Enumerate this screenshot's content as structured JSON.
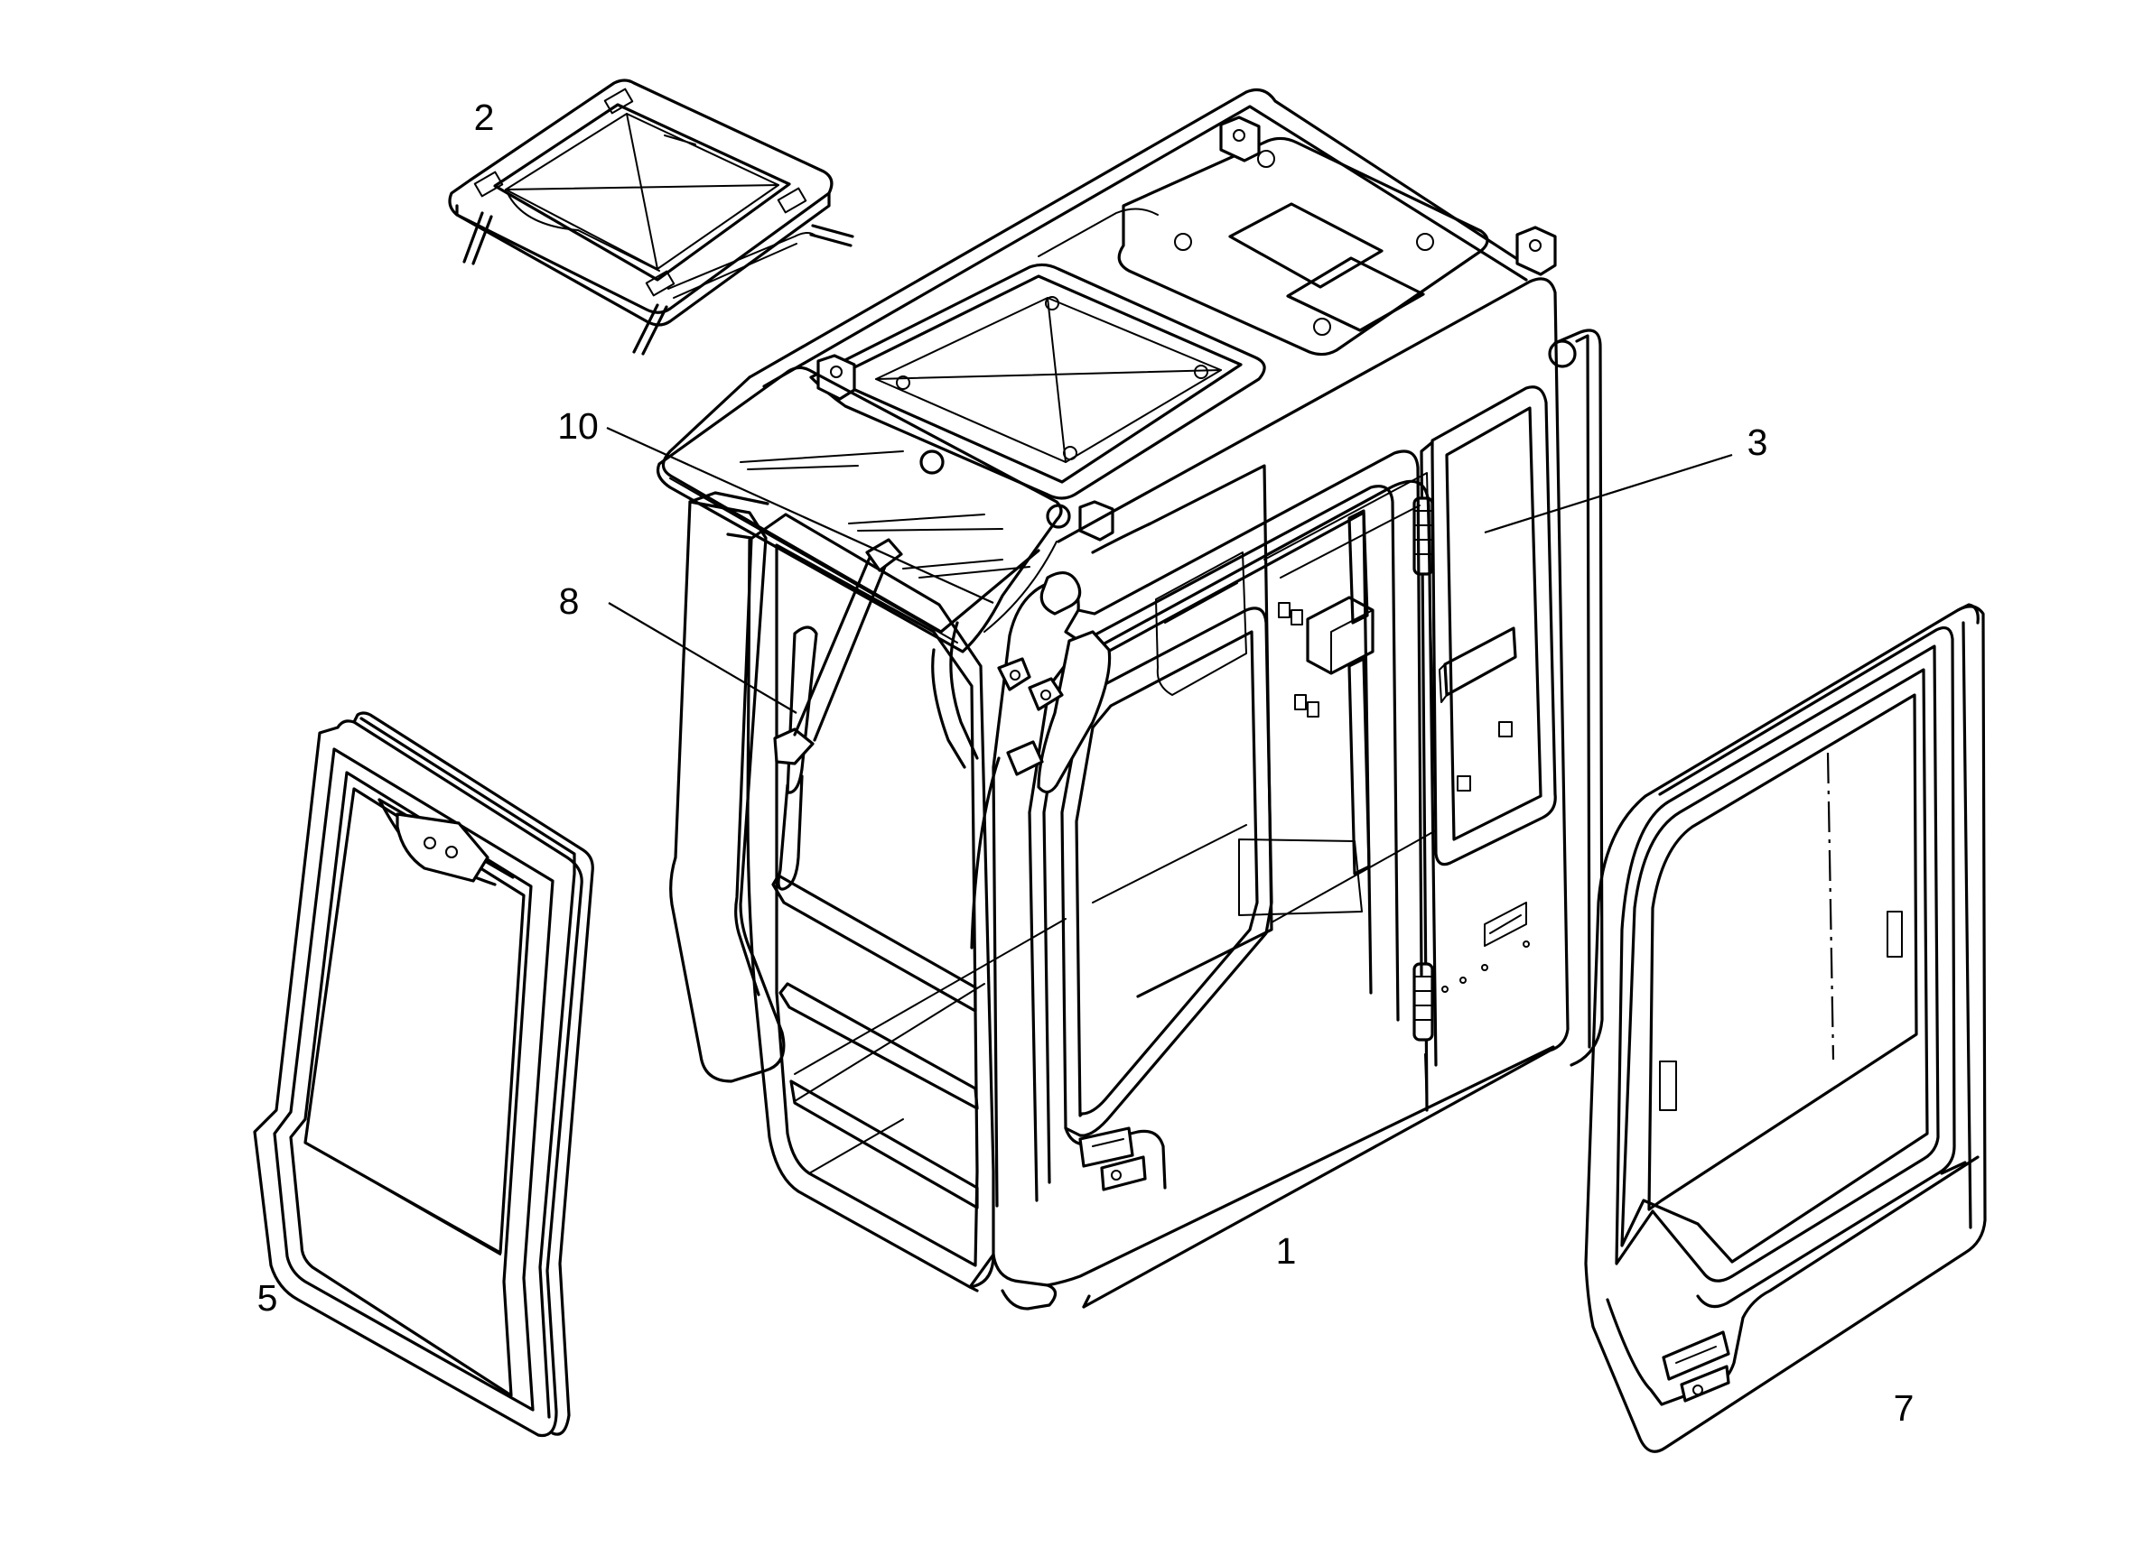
{
  "diagram": {
    "callouts": [
      {
        "id": "c2",
        "text": "2"
      },
      {
        "id": "c10",
        "text": "10"
      },
      {
        "id": "c3",
        "text": "3"
      },
      {
        "id": "c8",
        "text": "8"
      },
      {
        "id": "c1",
        "text": "1"
      },
      {
        "id": "c5",
        "text": "5"
      },
      {
        "id": "c7",
        "text": "7"
      }
    ]
  }
}
